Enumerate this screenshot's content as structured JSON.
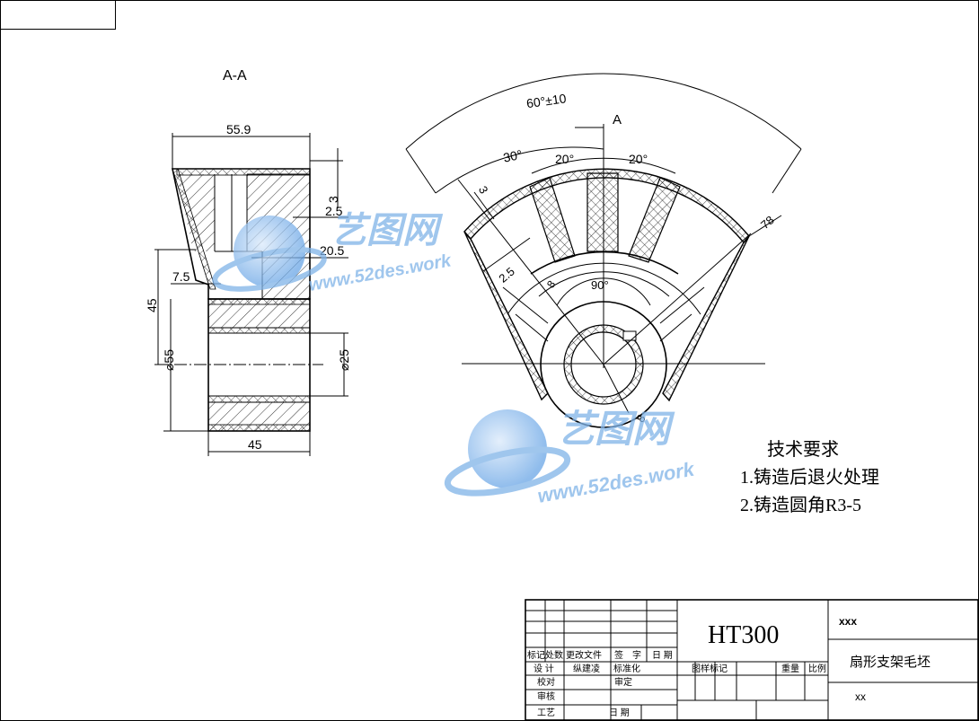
{
  "section": {
    "title": "A-A",
    "dims": {
      "top_width": "55.9",
      "d3": "3",
      "d2_5": "2.5",
      "d20_5": "20.5",
      "d7_5": "7.5",
      "d45_height": "45",
      "dia55": "⌀55",
      "dia25": "⌀25",
      "bottom_width": "45"
    }
  },
  "front_view": {
    "arc_angle": "60°±10",
    "section_marker": "A",
    "a30": "30°",
    "a20_left": "20°",
    "a20_right": "20°",
    "r78": "78",
    "d3": "3",
    "d2_5": "2.5",
    "d8": "8",
    "a90": "90°",
    "r8": "8"
  },
  "tech_requirements": {
    "heading": "技术要求",
    "items": [
      "1.铸造后退火处理",
      "2.铸造圆角R3-5"
    ]
  },
  "watermark": {
    "brand": "艺图网",
    "url": "www.52des.work"
  },
  "title_block": {
    "material": "HT300",
    "code": "xxx",
    "part_name": "扇形支架毛坯",
    "company": "xx",
    "row_labels": {
      "biaoji": "标记",
      "chushu": "处数",
      "genggai": "更改文件",
      "qianzi": "签　字",
      "riqi": "日 期",
      "sheji": "设 计",
      "biaozhunhua_person": "纵建凌",
      "biaozhunhua": "标准化",
      "jiaodui": "校对",
      "shending": "审定",
      "shenhe": "审核",
      "gongyi": "工艺",
      "riqi2": "日 期",
      "tuyang": "图样标记",
      "zhongliang": "重量",
      "bili": "比例"
    }
  }
}
